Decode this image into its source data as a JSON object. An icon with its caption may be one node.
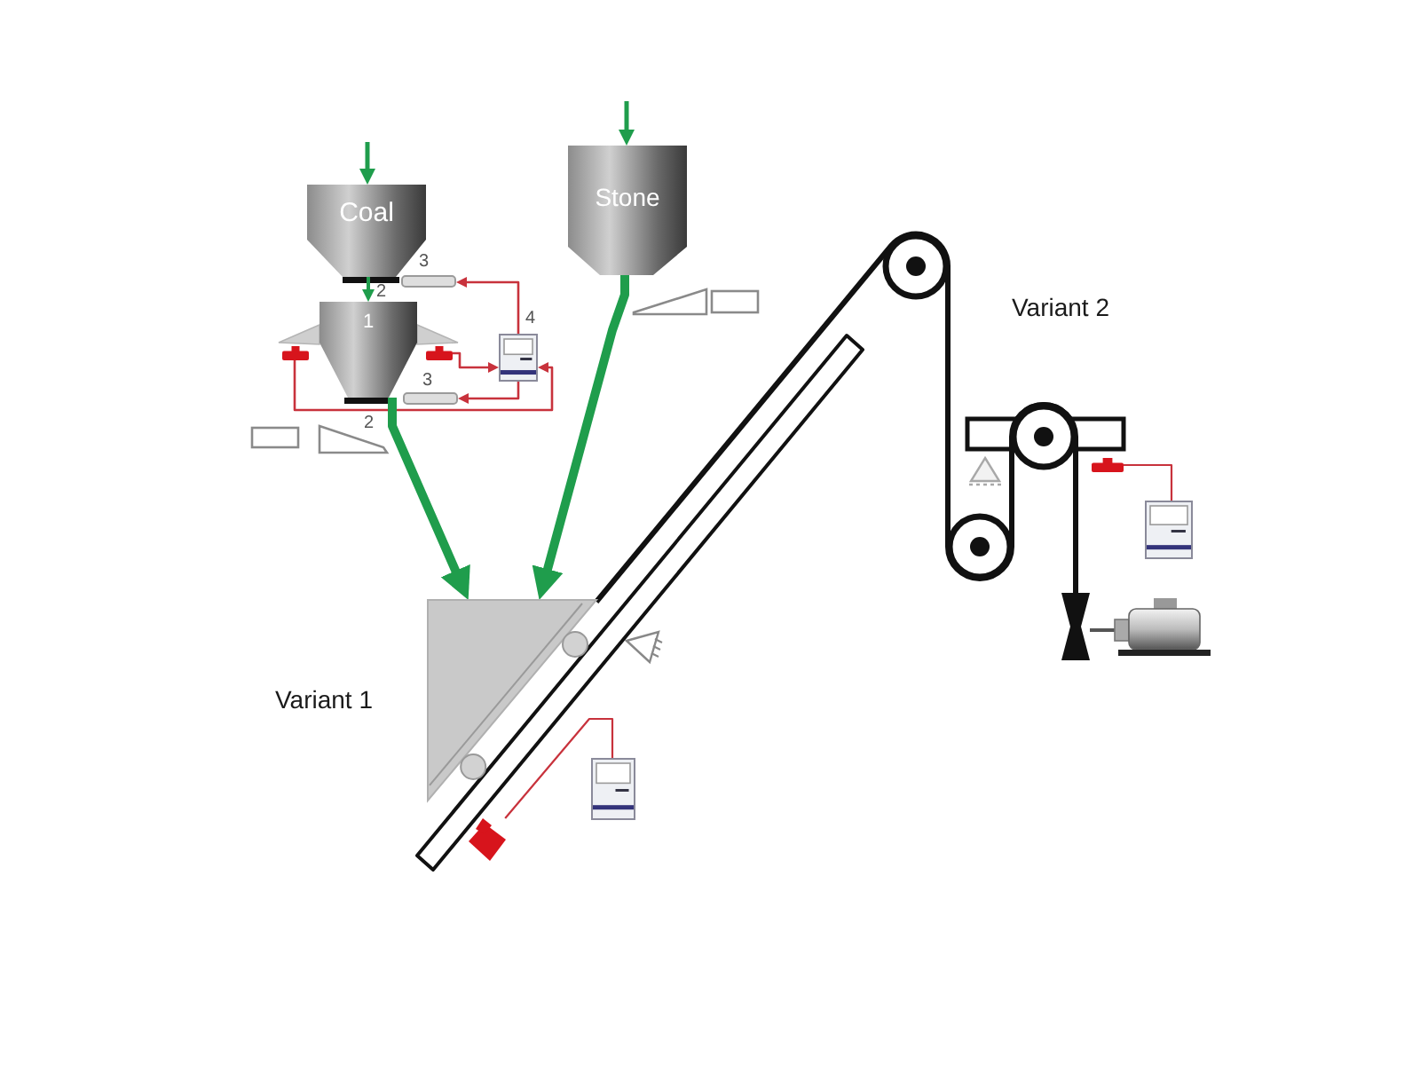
{
  "diagram": {
    "nodes": [
      {
        "text": [
          "Coal"
        ]
      },
      {
        "text": [
          "Stone"
        ]
      },
      {
        "text": [],
        "shape": "box",
        "beside": [
          "3"
        ]
      },
      {
        "text": [
          "1"
        ]
      },
      {
        "text": [],
        "shape": "box"
      },
      {
        "text": [],
        "shape": "box"
      },
      {
        "text": [],
        "shape": "box",
        "beside": [
          "4"
        ]
      },
      {
        "text": [],
        "shape": "box",
        "beside": [
          "3"
        ]
      },
      {
        "text": [],
        "shape": "triangle"
      },
      {
        "text": [],
        "shape": "box"
      },
      {
        "text": [],
        "shape": "box"
      },
      {
        "text": [],
        "shape": "box"
      },
      {
        "text": [],
        "shape": "box"
      }
    ],
    "edges": [
      {
        "from": null,
        "to": 0,
        "arrow": "to",
        "color": "#1f9d4c"
      },
      {
        "from": null,
        "to": 1,
        "arrow": "to",
        "color": "#1f9d4c"
      },
      {
        "from": 0,
        "to": 3,
        "arrow": "to",
        "color": "#1f9d4c"
      },
      {
        "from": 4,
        "to": 6,
        "arrow": "to"
      },
      {
        "from": 5,
        "to": 6,
        "arrow": "to"
      },
      {
        "from": 6,
        "to": 2,
        "arrow": "to"
      },
      {
        "from": 6,
        "to": 7,
        "arrow": "to"
      },
      {
        "from": 3,
        "to": 8,
        "arrow": "to",
        "style": "thick",
        "color": "#1f9d4c"
      },
      {
        "from": 1,
        "to": 8,
        "arrow": "to",
        "style": "thick",
        "color": "#1f9d4c"
      },
      {
        "from": 9,
        "to": 10,
        "arrow": "none"
      },
      {
        "from": 11,
        "to": 12,
        "arrow": "none"
      }
    ],
    "labels": [
      "2",
      "Variant 2",
      "2",
      "Variant 1"
    ]
  }
}
